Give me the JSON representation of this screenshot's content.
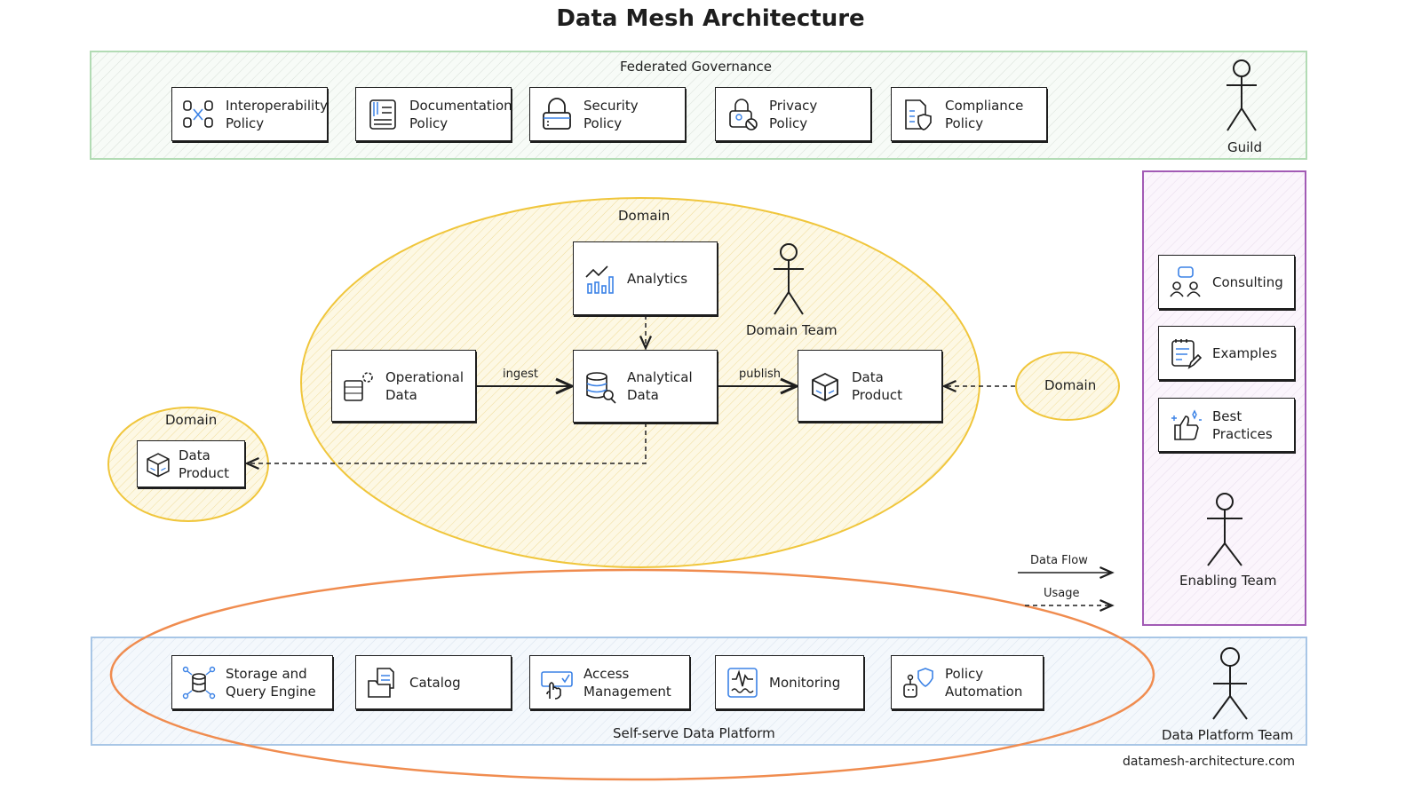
{
  "title": "Data Mesh Architecture",
  "governance": {
    "label": "Federated Governance",
    "actor": "Guild",
    "policies": [
      {
        "icon": "database-interop-icon",
        "line1": "Interoperability",
        "line2": "Policy"
      },
      {
        "icon": "document-icon",
        "line1": "Documentation",
        "line2": "Policy"
      },
      {
        "icon": "lock-icon",
        "line1": "Security",
        "line2": "Policy"
      },
      {
        "icon": "privacy-icon",
        "line1": "Privacy",
        "line2": "Policy"
      },
      {
        "icon": "compliance-icon",
        "line1": "Compliance",
        "line2": "Policy"
      }
    ]
  },
  "domain": {
    "label": "Domain",
    "actor": "Domain Team",
    "analytics": "Analytics",
    "operational": {
      "line1": "Operational",
      "line2": "Data"
    },
    "analytical": {
      "line1": "Analytical",
      "line2": "Data"
    },
    "product": {
      "line1": "Data",
      "line2": "Product"
    },
    "ingest_label": "ingest",
    "publish_label": "publish"
  },
  "left_domain": {
    "label": "Domain",
    "product": {
      "line1": "Data",
      "line2": "Product"
    }
  },
  "right_domain": {
    "label": "Domain"
  },
  "enabling": {
    "actor": "Enabling Team",
    "items": [
      {
        "icon": "consulting-icon",
        "line1": "Consulting",
        "line2": ""
      },
      {
        "icon": "examples-icon",
        "line1": "Examples",
        "line2": ""
      },
      {
        "icon": "thumbs-up-icon",
        "line1": "Best",
        "line2": "Practices"
      }
    ]
  },
  "legend": {
    "data_flow": "Data Flow",
    "usage": "Usage"
  },
  "platform": {
    "label": "Self-serve Data Platform",
    "actor": "Data Platform Team",
    "items": [
      {
        "icon": "storage-icon",
        "line1": "Storage and",
        "line2": "Query Engine"
      },
      {
        "icon": "catalog-icon",
        "line1": "Catalog",
        "line2": ""
      },
      {
        "icon": "access-icon",
        "line1": "Access",
        "line2": "Management"
      },
      {
        "icon": "monitoring-icon",
        "line1": "Monitoring",
        "line2": ""
      },
      {
        "icon": "policy-automation-icon",
        "line1": "Policy",
        "line2": "Automation"
      }
    ]
  },
  "footer": "datamesh-architecture.com",
  "colors": {
    "governance": "#b2f2bb",
    "domain": "#f0c63c",
    "enabling": "#9c36b5",
    "platform": "#a5c8ec",
    "ellipse": "#f08c4f",
    "icon_blue": "#3b82e6"
  }
}
